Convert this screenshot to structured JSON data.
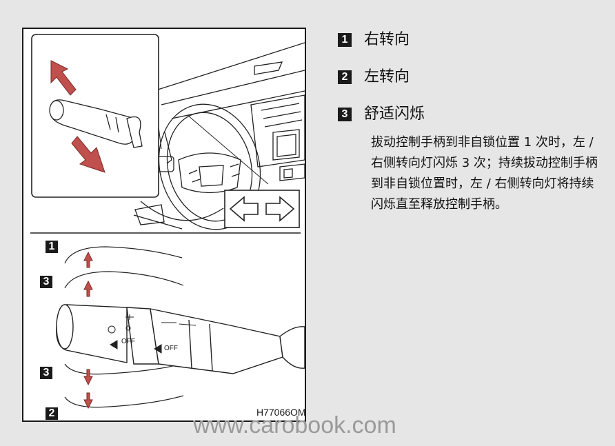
{
  "figure": {
    "callouts": {
      "one_top": "1",
      "three_top": "3",
      "three_bottom": "3",
      "two_bottom": "2"
    },
    "stalk_labels": {
      "off_left": "OFF",
      "off_right": "OFF"
    },
    "code": "H77066OM"
  },
  "list": {
    "items": [
      {
        "num": "1",
        "label": "右转向"
      },
      {
        "num": "2",
        "label": "左转向"
      },
      {
        "num": "3",
        "label": "舒适闪烁"
      }
    ],
    "description": "拔动控制手柄到非自锁位置 1 次时，左 / 右侧转向灯闪烁 3 次；持续拔动控制手柄到非自锁位置时，左 / 右侧转向灯将持续闪烁直至释放控制手柄。"
  },
  "watermark": "www.carobook.com"
}
